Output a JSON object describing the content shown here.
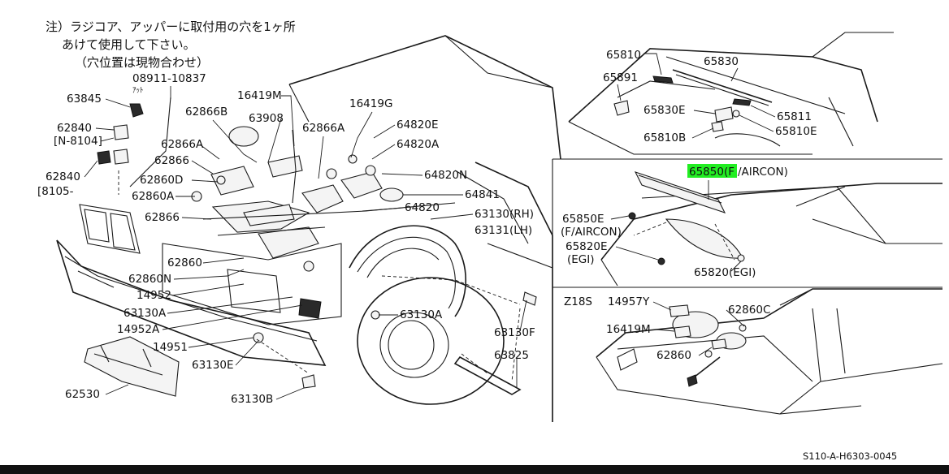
{
  "note": {
    "line1": "注）ラジコア、アッパーに取付用の穴を1ヶ所",
    "line2": "あけて使用して下さい。",
    "line3": "（穴位置は現物合わせ）"
  },
  "main_labels": {
    "p08911": "08911-10837",
    "p08911_sub": "ｱｯﾄ",
    "p63845": "63845",
    "p62840a": "62840",
    "p_n8104": "[N-8104]",
    "p62840b": "62840",
    "p8105": "[8105-",
    "p16419m": "16419M",
    "p62866b": "62866B",
    "p63908": "63908",
    "p62866a": "62866A",
    "p16419g": "16419G",
    "p64820e": "64820E",
    "p62866a2": "62866A",
    "p62866": "62866",
    "p64820a": "64820A",
    "p62860d": "62860D",
    "p64820n": "64820N",
    "p62860a": "62860A",
    "p64841": "64841",
    "p64820": "64820",
    "p62866c": "62866",
    "p63130rh": "63130(RH)",
    "p63131lh": "63131(LH)",
    "p62860": "62860",
    "p62860n": "62860N",
    "p14952": "14952",
    "p63130a": "63130A",
    "p63130a2": "63130A",
    "p14952a": "14952A",
    "p14951": "14951",
    "p63130f": "63130F",
    "p63825": "63825",
    "p63130e": "63130E",
    "p62530": "62530",
    "p63130b": "63130B"
  },
  "top_right": {
    "p65810": "65810",
    "p65830": "65830",
    "p65891": "65891",
    "p65830e": "65830E",
    "p65811": "65811",
    "p65810b": "65810B",
    "p65810e": "65810E"
  },
  "mid_right": {
    "p65850_hl": "65850(F",
    "p65850_rest": "/AIRCON)",
    "p65850e": "65850E",
    "p65850e_sub": "(F/AIRCON)",
    "p65820e": "65820E",
    "p65820e_sub": "(EGI)",
    "p65820": "65820(EGI)"
  },
  "bottom_right": {
    "z18s": "Z18S",
    "p14957y": "14957Y",
    "p62860c": "62860C",
    "p16419m": "16419M",
    "p62860": "62860"
  },
  "footer": {
    "code": "S110-A-H6303-0045"
  },
  "colors": {
    "highlight": "#22ee22",
    "ink": "#111111",
    "background": "#ffffff"
  }
}
